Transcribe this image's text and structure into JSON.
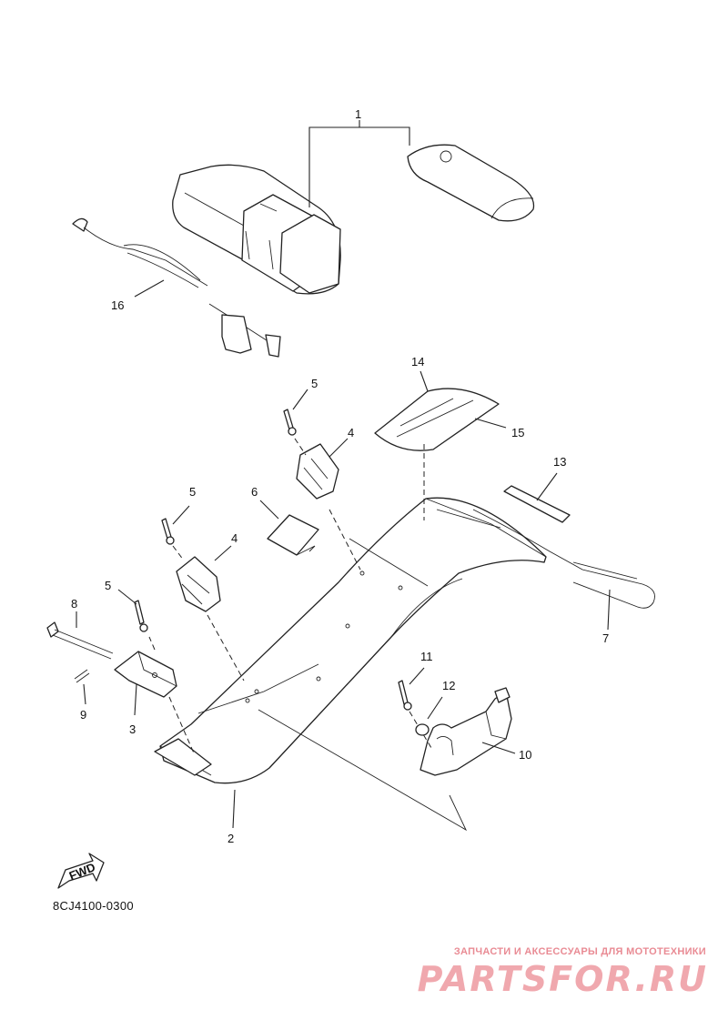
{
  "callouts": [
    {
      "id": "c1",
      "text": "1"
    },
    {
      "id": "c2",
      "text": "2"
    },
    {
      "id": "c3",
      "text": "3"
    },
    {
      "id": "c4a",
      "text": "4"
    },
    {
      "id": "c4b",
      "text": "4"
    },
    {
      "id": "c5a",
      "text": "5"
    },
    {
      "id": "c5b",
      "text": "5"
    },
    {
      "id": "c5c",
      "text": "5"
    },
    {
      "id": "c6",
      "text": "6"
    },
    {
      "id": "c7",
      "text": "7"
    },
    {
      "id": "c8",
      "text": "8"
    },
    {
      "id": "c9",
      "text": "9"
    },
    {
      "id": "c10",
      "text": "10"
    },
    {
      "id": "c11",
      "text": "11"
    },
    {
      "id": "c12",
      "text": "12"
    },
    {
      "id": "c13",
      "text": "13"
    },
    {
      "id": "c14",
      "text": "14"
    },
    {
      "id": "c15",
      "text": "15"
    },
    {
      "id": "c16",
      "text": "16"
    }
  ],
  "fwd_label": "FWD",
  "drawing_code": "8CJ4100-0300",
  "footer": {
    "tagline": "ЗАПЧАСТИ И АКСЕССУАРЫ ДЛЯ МОТОТЕХНИКИ",
    "logo": "PARTSFOR.RU",
    "logo_color": "#f0a8ae",
    "tagline_color": "#e98b94"
  }
}
